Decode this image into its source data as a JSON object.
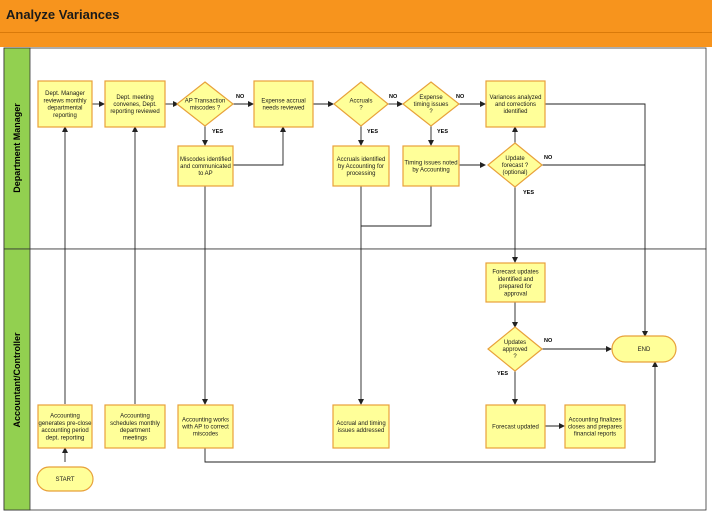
{
  "header": {
    "title": "Analyze Variances"
  },
  "lanes": {
    "dept_manager": "Department Manager",
    "accountant": "Accountant/Controller"
  },
  "nodes": {
    "n1": [
      "Dept. Manager",
      "reviews monthly",
      "departmental",
      "reporting"
    ],
    "n2": [
      "Dept. meeting",
      "convenes, Dept.",
      "reporting reviewed"
    ],
    "d1": [
      "AP Transaction",
      "miscodes ?"
    ],
    "n3": [
      "Expense accrual",
      "needs reviewed"
    ],
    "d2": [
      "Accruals",
      "?"
    ],
    "d3": [
      "Expense",
      "timing issues",
      "?"
    ],
    "n4": [
      "Variances analyzed",
      "and corrections",
      "identified"
    ],
    "n5": [
      "Miscodes identified",
      "and communicated",
      "to AP"
    ],
    "n6": [
      "Accruals identified",
      "by Accounting for",
      "processing"
    ],
    "n7": [
      "Timing issues noted",
      "by Accounting"
    ],
    "d4": [
      "Update",
      "forecast ?",
      "(optional)"
    ],
    "n8": [
      "Forecast updates",
      "identified and",
      "prepared for",
      "approval"
    ],
    "d5": [
      "Updates",
      "approved",
      "?"
    ],
    "end": [
      "END"
    ],
    "n9": [
      "Accounting",
      "generates pre-close",
      "accounting period",
      "dept. reporting"
    ],
    "n10": [
      "Accounting",
      "schedules monthly",
      "department",
      "meetings"
    ],
    "n11": [
      "Accounting works",
      "with AP to correct",
      "miscodes"
    ],
    "n12": [
      "Accrual and timing",
      "issues addressed"
    ],
    "n13": [
      "Forecast updated"
    ],
    "n14": [
      "Accounting finalizes",
      "closes and prepares",
      "financial reports"
    ],
    "start": [
      "START"
    ]
  },
  "edge_labels": {
    "d1_no": "NO",
    "d1_yes": "YES",
    "d2_no": "NO",
    "d2_yes": "YES",
    "d3_no": "NO",
    "d3_yes": "YES",
    "d4_no": "NO",
    "d4_yes": "YES",
    "d5_no": "NO",
    "d5_yes": "YES"
  },
  "colors": {
    "header": "#f7941d",
    "lane_dept": "#92d050",
    "lane_acct": "#92d050",
    "node_fill": "#ffff99",
    "node_stroke": "#e8a13a",
    "line": "#222222"
  }
}
